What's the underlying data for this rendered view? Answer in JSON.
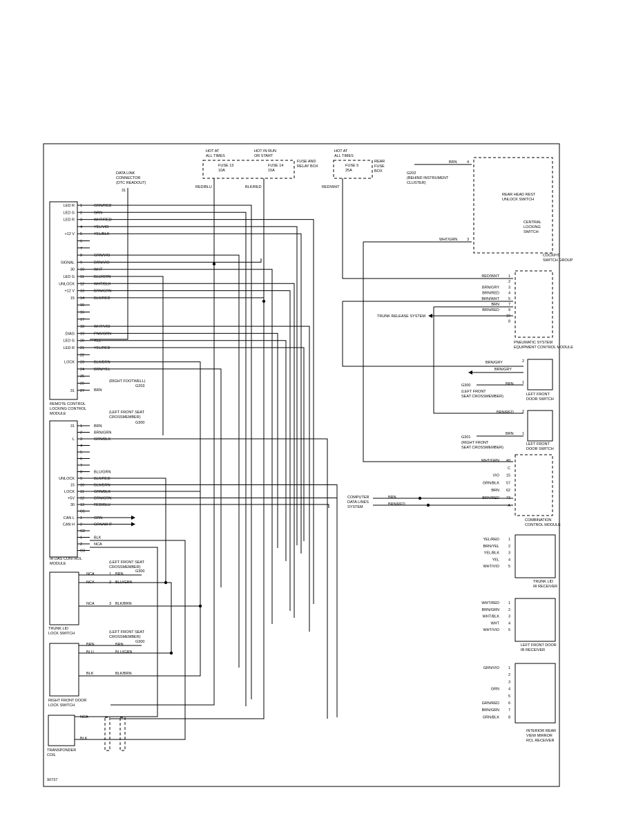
{
  "fuse_block": {
    "hot_at_all_times": "HOT AT\nALL TIMES",
    "hot_in_run": "HOT IN RUN\nOR START",
    "fuse_13": "FUSE 13\n10A",
    "fuse_14": "FUSE 14\n15A",
    "fuse_and_relay_box": "FUSE AND\nRELAY BOX",
    "wire_red_blu": "RED/BLU",
    "wire_blk_red": "BLK/RED"
  },
  "rear_fuse_block": {
    "hot_at_all_times": "HOT AT\nALL TIMES",
    "fuse_5": "FUSE 5\n25A",
    "rear_fuse_box": "REAR\nFUSE\nBOX",
    "wire_red_wht": "RED/WHT"
  },
  "data_link": {
    "label": "DATA LINK\nCONNECTOR\n(DTC READOUT)",
    "pin": "31"
  },
  "cockpit_switch_group": {
    "ground_label": "G202\n(BEHIND INSTRUMENT\nCLUSTER)",
    "wire_brn": "BRN",
    "pin_4": "4",
    "rear_head_rest": "REAR HEAD REST\nUNLOCK SWITCH",
    "central_locking": "CENTRAL\nLOCKING\nSWITCH",
    "wire_wht_grn": "WHT/GRN",
    "pin_3": "3",
    "title": "COCKPIT\nSWITCH GROUP"
  },
  "remote_control_module": {
    "title": "REMOTE CONTROL\nLOCKING CONTROL\nMODULE",
    "pin_labels": [
      "LED R",
      "LED G",
      "LED R",
      "",
      "+12 V",
      "",
      "",
      "",
      "SIGNAL",
      "30",
      "LED G",
      "UNLOCK",
      "+12 V",
      "15",
      "",
      "",
      "",
      "",
      "DIAG",
      "LED G",
      "LED R",
      "",
      "LOCK",
      "",
      "",
      "",
      "31"
    ],
    "pins": [
      "1",
      "2",
      "3",
      "4",
      "5",
      "6",
      "7",
      "8",
      "9",
      "10",
      "11",
      "12",
      "13",
      "14",
      "15",
      "16",
      "17",
      "18",
      "19",
      "20",
      "21",
      "22",
      "23",
      "24",
      "25",
      "26",
      "27"
    ],
    "wires": [
      "GRN/RED",
      "GRN",
      "WHT/RED",
      "YEL/VIO",
      "YEL/BLK",
      "",
      "",
      "GRN/VIO",
      "BRN/VIO",
      "WHT",
      "BLU/GRN",
      "WHT/BLK",
      "BRN/GRN",
      "BLK/RED",
      "",
      "",
      "",
      "WHT/VIO",
      "PNK/GRN",
      "YEL",
      "YEL/RED",
      "",
      "BLK/BRN",
      "BRN/YEL",
      "",
      "",
      ""
    ],
    "ground_note": "(RIGHT FOOTWELL)",
    "ground_id": "G203",
    "ground_wire": "BRN"
  },
  "ir_das_module": {
    "title": "IR DAS CONTROL\nMODULE",
    "ground_note": "(LEFT FRONT SEAT\nCROSSMEMBER)",
    "ground_id": "G300",
    "pin_labels": [
      "31",
      "",
      "L",
      "",
      "",
      "",
      "",
      "",
      "UNLOCK",
      "15",
      "LOCK",
      "+5V",
      "30",
      "",
      "CAN L",
      "CAN H",
      "",
      "",
      "",
      ""
    ],
    "pins": [
      "1",
      "2",
      "3",
      "4",
      "5",
      "6",
      "7",
      "8",
      "9",
      "10",
      "11",
      "12",
      "13",
      "C1",
      "1",
      "2",
      "C2",
      "1",
      "2",
      "C3"
    ],
    "wires": [
      "BRN",
      "BRN/GRN",
      "GRN/BLK",
      "",
      "",
      "",
      "",
      "BLU/GRN",
      "BLK/RED",
      "BLK/BRN",
      "GRN/BLK",
      "BRN/GRN",
      "RED/BLU",
      "",
      "GRN",
      "GRN/WHT",
      "",
      "BLK",
      "NCA",
      ""
    ]
  },
  "trunk_lid_lock_switch": {
    "title": "TRUNK LID\nLOCK SWITCH",
    "ground_note": "(LEFT FRONT SEAT\nCROSSMEMBER)",
    "ground_id": "G300",
    "wire_nca_1": "NCA",
    "wire_nca_2": "NCA",
    "wire_nca_3": "NCA",
    "pin_1": "1",
    "pin_2": "2",
    "pin_3": "3",
    "wire_brn": "BRN",
    "wire_blu_grn": "BLU/GRN",
    "wire_blk_brn": "BLK/BRN"
  },
  "right_front_door_lock_switch": {
    "title": "RIGHT FRONT DOOR\nLOCK SWITCH",
    "ground_note": "(LEFT FRONT SEAT\nCROSSMEMBER)",
    "ground_id": "G300",
    "wire_brn_a": "BRN",
    "wire_brn_b": "BRN",
    "wire_blu": "BLU",
    "wire_blu_grn": "BLU/GRN",
    "wire_blk": "BLK",
    "wire_blk_brn": "BLK/BRN"
  },
  "transponder": {
    "title": "TRANSPONDER\nCOIL",
    "wire_nca": "NCA",
    "wire_blk": "BLK"
  },
  "pneumatic_module": {
    "title": "PNEUMATIC SYSTEM\nEQUIPMENT CONTROL MODULE",
    "trunk_release": "TRUNK RELEASE SYSTEM",
    "pins": [
      "1",
      "2",
      "3",
      "4",
      "5",
      "7",
      "9",
      "10",
      "8"
    ],
    "wires": [
      "RED/WHT",
      "",
      "BRN/GRY",
      "BRN/RED",
      "BRN/WHT",
      "BRN",
      "BRN/RED",
      "",
      ""
    ]
  },
  "left_front_door_switch": {
    "title": "LEFT FRONT\nDOOR SWITCH",
    "wire_brn_gry_a": "BRN/GRY",
    "wire_brn_gry_b": "BRN/GRY",
    "pin_2": "2",
    "pin_1": "1",
    "wire_brn": "BRN",
    "ground": "G300",
    "ground_note": "(LEFT FRONT\nSEAT CROSSMEMBER)"
  },
  "right_front_door_switch": {
    "title": "LEFT FRONT\nDOOR SWITCH",
    "wire_brn_red": "BRN/RED",
    "pin_2": "2",
    "pin_1": "1",
    "wire_brn": "BRN",
    "ground": "G301",
    "ground_note": "(RIGHT FRONT\nSEAT CROSSMEMBER)"
  },
  "combination_module": {
    "title": "COMBINATION\nCONTROL MODULE",
    "computer_data_lines": "COMPUTER\nDATA LINES\nSYSTEM",
    "pins": [
      "49",
      "C",
      "15",
      "57",
      "62",
      "73",
      "A"
    ],
    "wires": [
      "WHT/GRN",
      "",
      "VIO",
      "GRN/BLK",
      "BRN",
      "BRN/RED",
      ""
    ],
    "data_wire_brn": "BRN",
    "data_wire_brn_red": "BRN/RED"
  },
  "trunk_lid_ir_receiver": {
    "title": "TRUNK LID\nIR RECEIVER",
    "pins": [
      "1",
      "2",
      "3",
      "4",
      "5"
    ],
    "wires": [
      "YEL/RED",
      "BRN/YEL",
      "YEL/BLK",
      "YEL",
      "WHT/VIO"
    ]
  },
  "left_front_door_ir_receiver": {
    "title": "LEFT FRONT DOOR\nIR RECEIVER",
    "pins": [
      "1",
      "2",
      "3",
      "4",
      "5"
    ],
    "wires": [
      "WHT/RED",
      "BRN/GRN",
      "WHT/BLK",
      "WHT",
      "WHT/VIO"
    ]
  },
  "interior_rear_view_mirror": {
    "title": "INTERIOR REAR\nVIEW MIRROR\nRCL RECEIVER",
    "pins": [
      "1",
      "2",
      "3",
      "4",
      "5",
      "6",
      "7",
      "8"
    ],
    "wires": [
      "GRN/VIO",
      "",
      "",
      "GRN",
      "",
      "GRN/RED",
      "BRN/GRN",
      "GRN/BLK"
    ]
  },
  "figure_id": "90737"
}
